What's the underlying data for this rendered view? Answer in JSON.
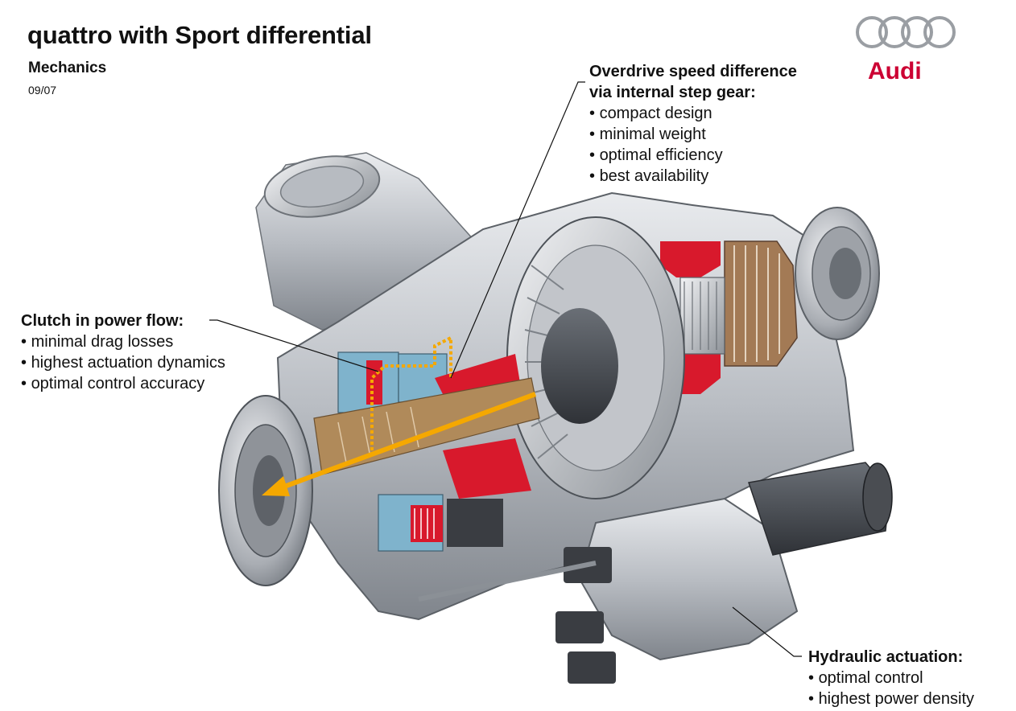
{
  "header": {
    "title": "quattro with Sport differential",
    "subtitle": "Mechanics",
    "date": "09/07"
  },
  "logo": {
    "text": "Audi",
    "icon": "audi-rings-icon",
    "brand_color": "#cc0033"
  },
  "callouts": {
    "overdrive": {
      "heading_line1": "Overdrive speed difference",
      "heading_line2": "via internal step gear:",
      "items": [
        "compact design",
        "minimal weight",
        "optimal efficiency",
        "best availability"
      ]
    },
    "clutch": {
      "heading": "Clutch in power flow:",
      "items": [
        "minimal drag losses",
        "highest actuation dynamics",
        "optimal control accuracy"
      ]
    },
    "hydraulic": {
      "heading": "Hydraulic actuation:",
      "items": [
        "optimal control",
        "highest power density"
      ]
    }
  },
  "colors": {
    "housing": "#c9ccd0",
    "cutaway_red": "#d8192c",
    "clutch_blue": "#7fb3cc",
    "power_flow_arrow": "#f5a800",
    "pinion_gold": "#b08a5a"
  }
}
